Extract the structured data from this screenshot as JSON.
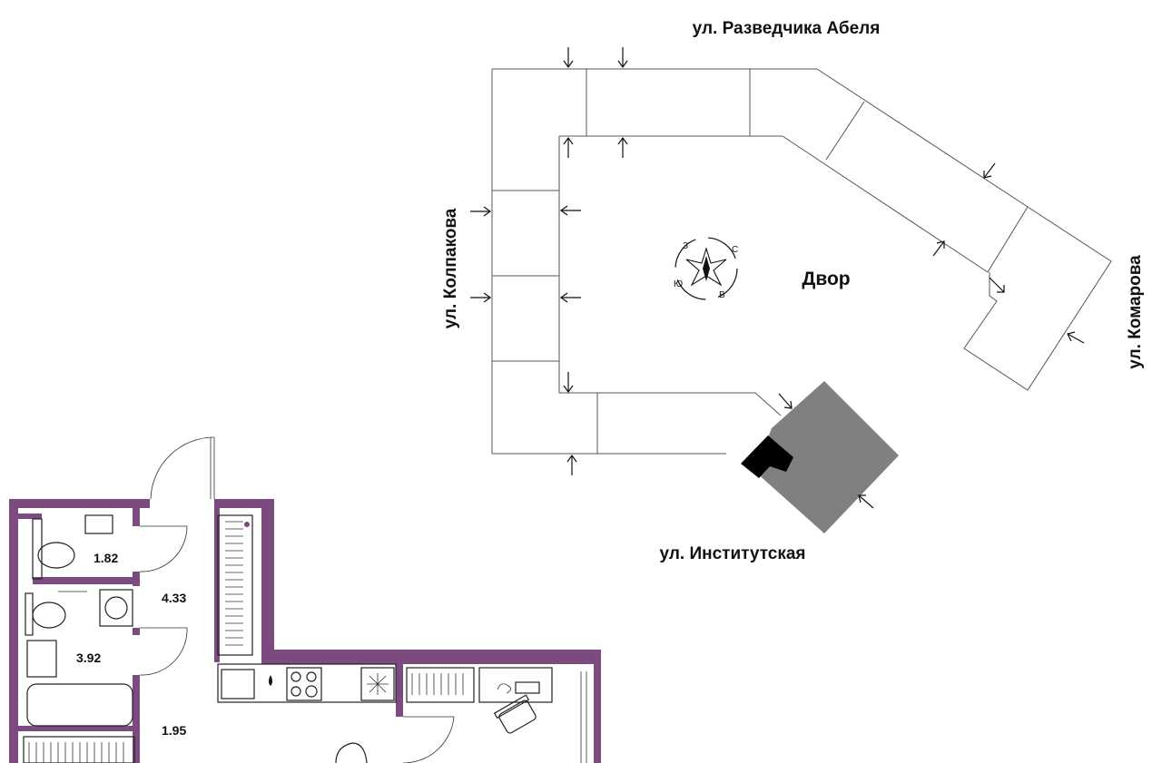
{
  "site_plan": {
    "streets": {
      "north": "ул. Разведчика Абеля",
      "west": "ул. Колпакова",
      "east": "ул. Комарова",
      "south": "ул. Институтская"
    },
    "yard_label": "Двор",
    "compass": {
      "north": "С",
      "south": "Ю",
      "west": "З",
      "east": "В"
    },
    "highlight_color": "#808080",
    "highlight_dark_color": "#000000"
  },
  "floor_plan": {
    "wall_color": "#7b4a7e",
    "rooms": {
      "wc": "1.82",
      "bath_small": "3.92",
      "hall": "4.33",
      "corridor": "1.95"
    }
  }
}
